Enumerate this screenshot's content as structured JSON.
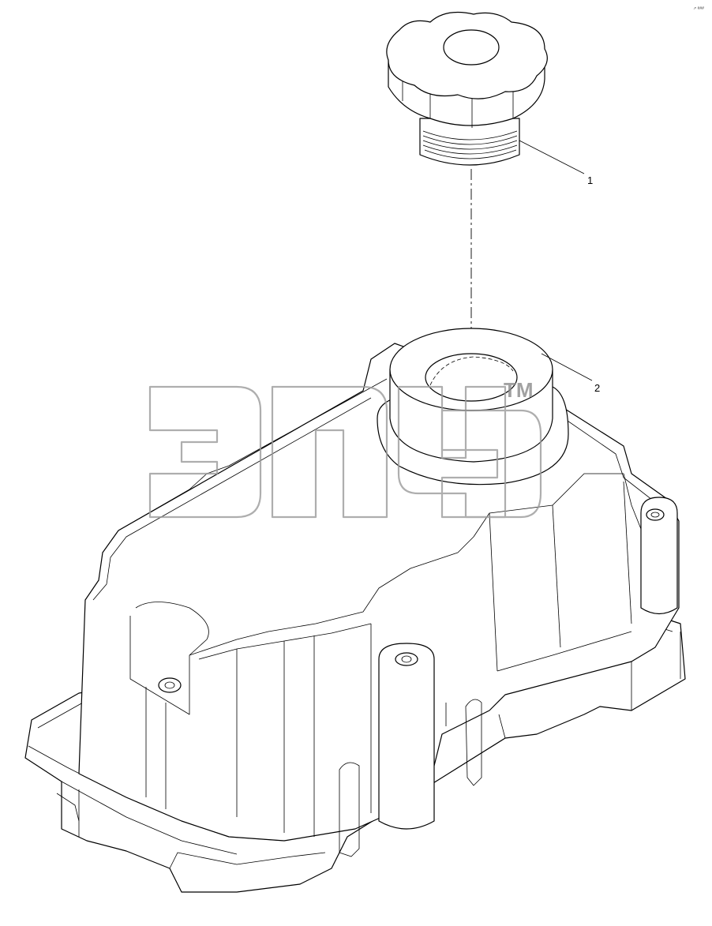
{
  "callouts": [
    {
      "label": "1"
    },
    {
      "label": "2"
    }
  ],
  "watermark": {
    "trademark": "TM",
    "color": "#9a9a9a"
  },
  "corner_mark": "↗ ###"
}
